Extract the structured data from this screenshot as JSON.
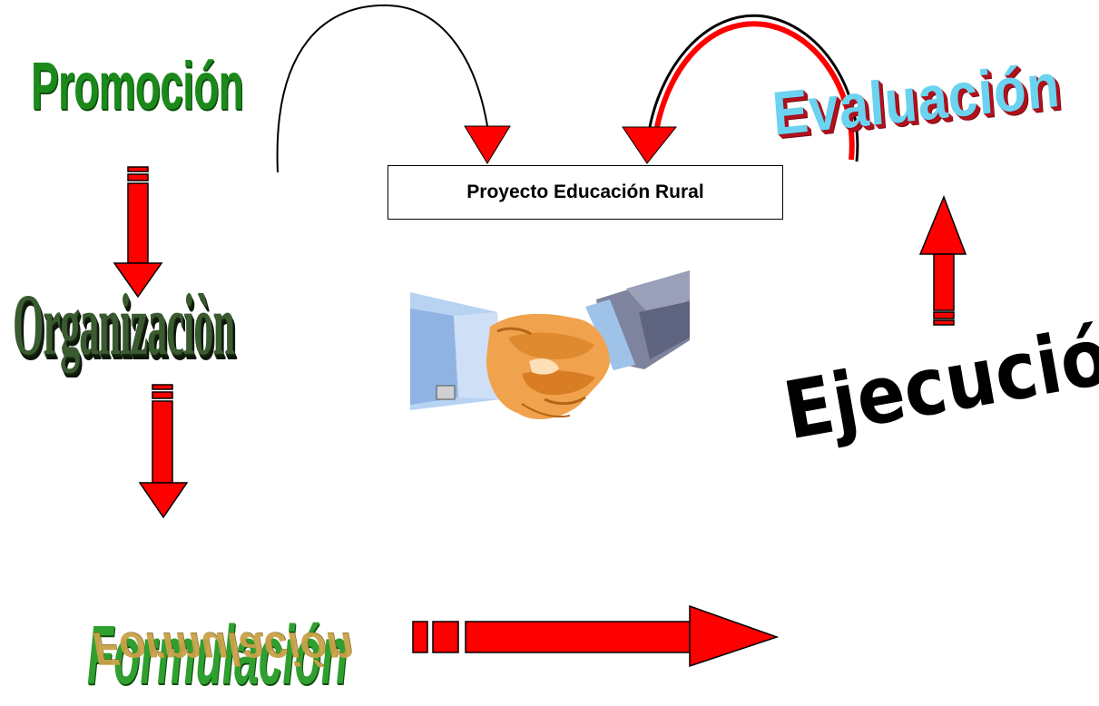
{
  "stages": {
    "promocion": "Promoción",
    "organizacion": "Organizaciòn",
    "formulacion": "Formulación",
    "ejecucion": "Ejecución",
    "evaluacion": "Evaluación"
  },
  "center_label": "Proyecto Educación Rural",
  "colors": {
    "arrow_red": "#ff0000",
    "promocion_green": "#1b8a1b",
    "evaluacion_fill": "#6bd3ef",
    "evaluacion_shadow": "#b4101c",
    "formulacion_reflection": "#c9a247"
  },
  "icons": {
    "center_illustration": "handshake-icon"
  }
}
